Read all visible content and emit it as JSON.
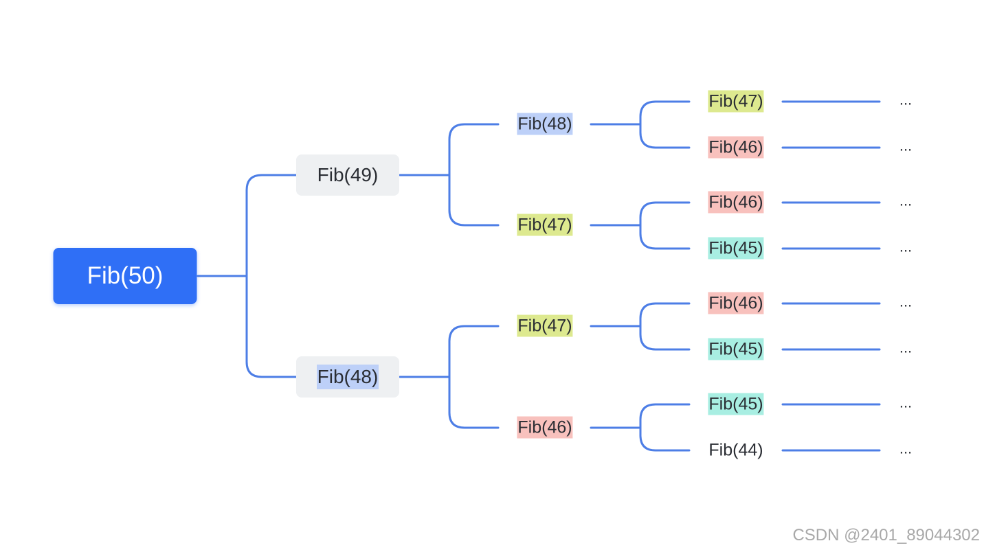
{
  "root": {
    "label": "Fib(50)"
  },
  "level1": [
    {
      "label": "Fib(49)",
      "highlight": "none"
    },
    {
      "label": "Fib(48)",
      "highlight": "blue"
    }
  ],
  "level2": [
    {
      "label": "Fib(48)",
      "highlight": "blue"
    },
    {
      "label": "Fib(47)",
      "highlight": "yellow"
    },
    {
      "label": "Fib(47)",
      "highlight": "yellow"
    },
    {
      "label": "Fib(46)",
      "highlight": "red"
    }
  ],
  "level3": [
    {
      "label": "Fib(47)",
      "highlight": "yellow"
    },
    {
      "label": "Fib(46)",
      "highlight": "red"
    },
    {
      "label": "Fib(46)",
      "highlight": "red"
    },
    {
      "label": "Fib(45)",
      "highlight": "teal"
    },
    {
      "label": "Fib(46)",
      "highlight": "red"
    },
    {
      "label": "Fib(45)",
      "highlight": "teal"
    },
    {
      "label": "Fib(45)",
      "highlight": "teal"
    },
    {
      "label": "Fib(44)",
      "highlight": "none"
    }
  ],
  "continuation": [
    "...",
    "...",
    "...",
    "...",
    "...",
    "...",
    "...",
    "..."
  ],
  "watermark": "CSDN @2401_89044302",
  "colors": {
    "connector": "#4d7ee6",
    "root_fill": "#2f6ff6",
    "level1_fill": "#eef0f2",
    "highlight_blue": "#bdd0f8",
    "highlight_yellow": "#dde98f",
    "highlight_red": "#f8c1bd",
    "highlight_teal": "#a8eee2"
  }
}
